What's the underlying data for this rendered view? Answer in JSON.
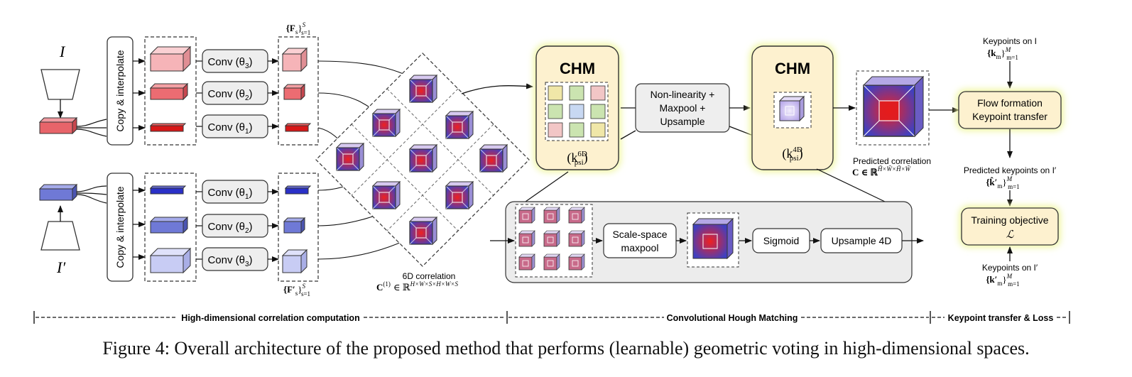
{
  "input_top": "I",
  "input_bottom": "I′",
  "copy_interpolate": "Copy & interpolate",
  "conv_theta3": "Conv (θ",
  "conv_theta2": "Conv (θ",
  "conv_theta1": "Conv (θ",
  "sub1": "1",
  "sub2": "2",
  "sub3": "3",
  "close_paren": ")",
  "features_top": "{F",
  "features_top_sub": "s",
  "features_top_close": "}",
  "features_top_sup": "S",
  "features_top_range": "s=1",
  "features_bottom": "{F′",
  "features_bottom_sub": "s",
  "features_bottom_close": "}",
  "features_bottom_sup": "S",
  "features_bottom_range": "s=1",
  "corr6d_label": "6D correlation",
  "corr6d_formula": "C",
  "corr6d_sup": "(1)",
  "corr6d_in": "∈ ℝ",
  "corr6d_dims": "H×W×S×H×W×S",
  "chm_title_1": "CHM",
  "chm_kernel_1": "(k",
  "chm_kernel_1_sub": "psi",
  "chm_kernel_1_sup": "6D",
  "chm_kernel_close": ")",
  "chm_title_2": "CHM",
  "chm_kernel_2": "(k",
  "chm_kernel_2_sub": "psi",
  "chm_kernel_2_sup": "4D",
  "nonlin_lines": [
    "Non-linearity +",
    "Maxpool +",
    "Upsample"
  ],
  "pred_corr_label": "Predicted correlation",
  "pred_corr_formula": "C ∈ ℝ",
  "pred_corr_dims": "H̃×W̃×H̃×W̃",
  "scale_space_lines": [
    "Scale-space",
    "maxpool"
  ],
  "sigmoid": "Sigmoid",
  "upsample4d": "Upsample 4D",
  "kp_on_I": "Keypoints on I",
  "kp_on_I_set": "{k",
  "kp_on_I_sub": "m",
  "kp_on_I_close": "}",
  "kp_on_I_sup": "M",
  "kp_on_I_range": "m=1",
  "flow_lines": [
    "Flow formation",
    "Keypoint transfer"
  ],
  "pred_kp_label": "Predicted keypoints on I′",
  "pred_kp_set": "{k̂′",
  "pred_kp_sub": "m",
  "pred_kp_close": "}",
  "pred_kp_sup": "M",
  "pred_kp_range": "m=1",
  "training_lines": [
    "Training objective",
    "ℒ"
  ],
  "kp_on_Iprime": "Keypoints on I′",
  "kp_on_Iprime_set": "{k′",
  "kp_on_Iprime_sub": "m",
  "kp_on_Iprime_close": "}",
  "kp_on_Iprime_sup": "M",
  "kp_on_Iprime_range": "m=1",
  "stage1": "High-dimensional correlation computation",
  "stage2": "Convolutional Hough Matching",
  "stage3": "Keypoint transfer & Loss",
  "caption": "Figure 4: Overall architecture of the proposed method that performs (learnable) geometric voting in high-dimensional spaces.",
  "colors": {
    "red_feature": "#e8646a",
    "blue_feature": "#6f79d6",
    "chm_fill": "#fdf1cf",
    "chm_glow": "#eef59a",
    "panel_fill": "#ececec"
  }
}
